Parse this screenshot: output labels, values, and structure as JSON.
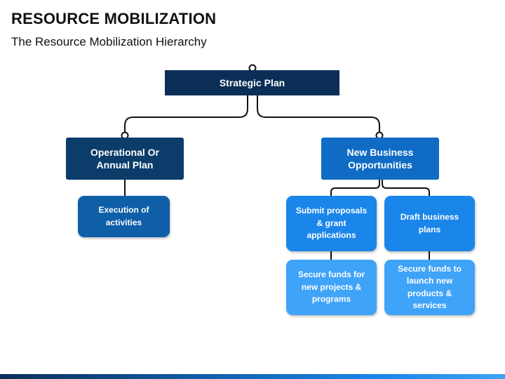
{
  "header": {
    "title": "RESOURCE MOBILIZATION",
    "subtitle": "The Resource Mobilization Hierarchy"
  },
  "hierarchy": {
    "root": {
      "label": "Strategic Plan"
    },
    "left_branch": {
      "label": "Operational Or Annual Plan",
      "children": [
        "Execution of activities"
      ]
    },
    "right_branch": {
      "label": "New Business Opportunities",
      "columns": [
        {
          "top": "Submit proposals & grant applications",
          "bottom": "Secure funds for new projects & programs"
        },
        {
          "top": "Draft business plans",
          "bottom": "Secure funds to launch new products & services"
        }
      ]
    }
  },
  "colors": {
    "navy": "#0b2e57",
    "dark_blue": "#0b3c6a",
    "blue": "#0f6bc4",
    "card_dark": "#0f5ea8",
    "card_mid": "#1a86ea",
    "card_light": "#3fa3f8",
    "connector": "#111111"
  }
}
